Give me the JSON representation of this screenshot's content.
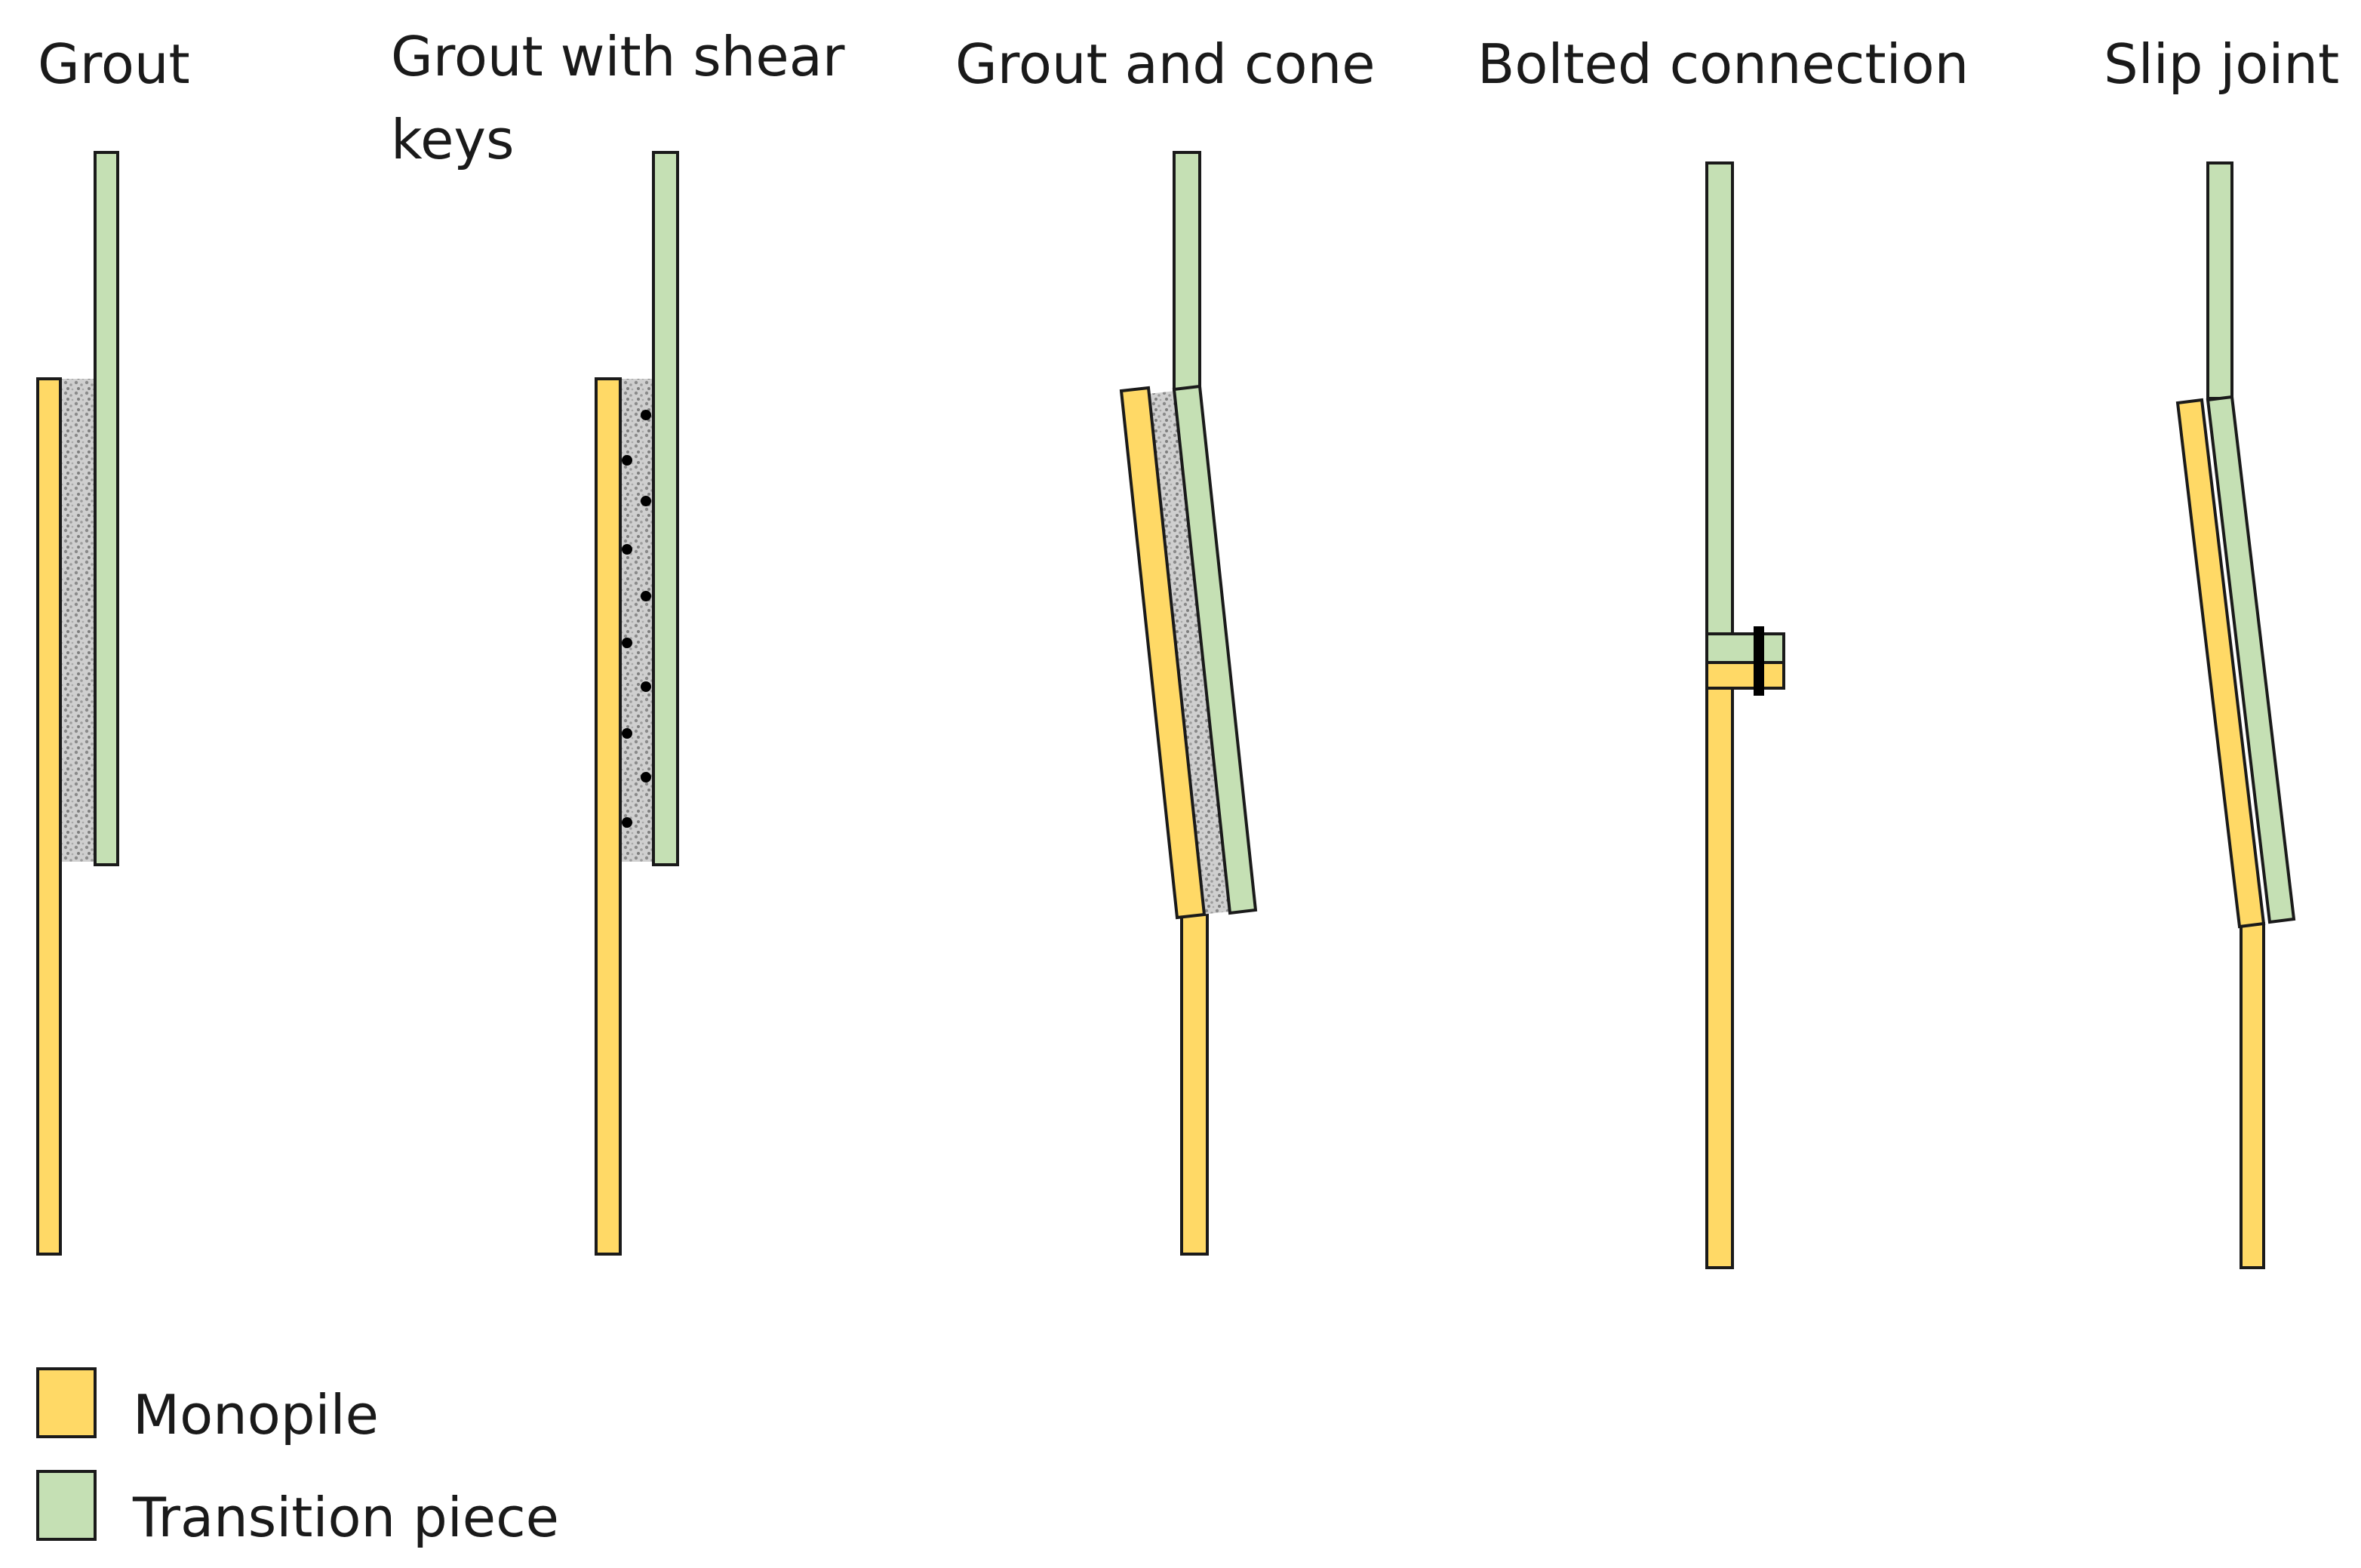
{
  "diagram": {
    "panels": [
      {
        "id": "grout",
        "title_lines": [
          "Grout"
        ]
      },
      {
        "id": "grout-shear-keys",
        "title_lines": [
          "Grout with shear",
          "keys"
        ]
      },
      {
        "id": "grout-cone",
        "title_lines": [
          "Grout and cone"
        ]
      },
      {
        "id": "bolted",
        "title_lines": [
          "Bolted connection"
        ]
      },
      {
        "id": "slip-joint",
        "title_lines": [
          "Slip joint"
        ]
      }
    ],
    "legend": {
      "monopile": {
        "label": "Monopile",
        "color": "#ffd966"
      },
      "transition_piece": {
        "label": "Transition piece",
        "color": "#c5e0b4"
      }
    },
    "grout_color": "#b8b8b8"
  }
}
